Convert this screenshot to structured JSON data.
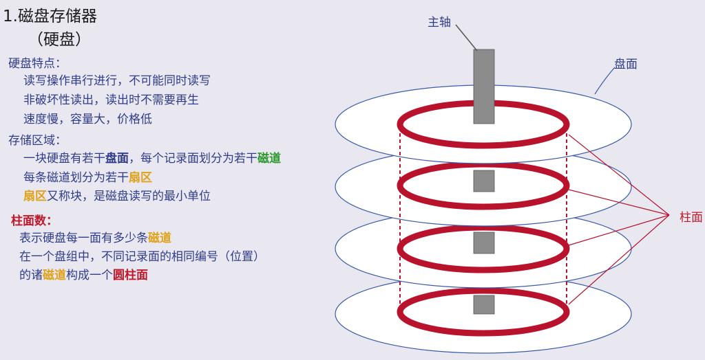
{
  "heading": {
    "title": "1.磁盘存储器",
    "subtitle": "（硬盘）"
  },
  "features": {
    "title": "硬盘特点：",
    "items": [
      "读写操作串行进行，不可能同时读写",
      "非破坏性读出，读出时不需要再生",
      "速度慢，容量大，价格低"
    ]
  },
  "storage": {
    "title": "存储区域：",
    "line1": {
      "a": "一块硬盘有若干",
      "b": "盘面",
      "c": "，每个记录面划分为若干",
      "d": "磁道"
    },
    "line2": {
      "a": "每条磁道划分为若干",
      "b": "扇区"
    },
    "line3": {
      "a": "扇区",
      "b": "又称块，是磁盘读写的最小单位"
    }
  },
  "cylinders": {
    "title": "柱面数：",
    "line1": {
      "a": "表示硬盘每一面有多少条",
      "b": "磁道"
    },
    "line2": "在一个盘组中，不同记录面的相同编号（位置）",
    "line3": {
      "a": "的诸",
      "b": "磁道",
      "c": "构成一个",
      "d": "圆柱面"
    }
  },
  "diagram": {
    "spindle_label": "主轴",
    "platter_label": "盘面",
    "cylinder_label": "柱面",
    "colors": {
      "track": "#b8122c",
      "platter_edge": "#3a5aa8",
      "spindle": "#8c8c8c"
    }
  }
}
